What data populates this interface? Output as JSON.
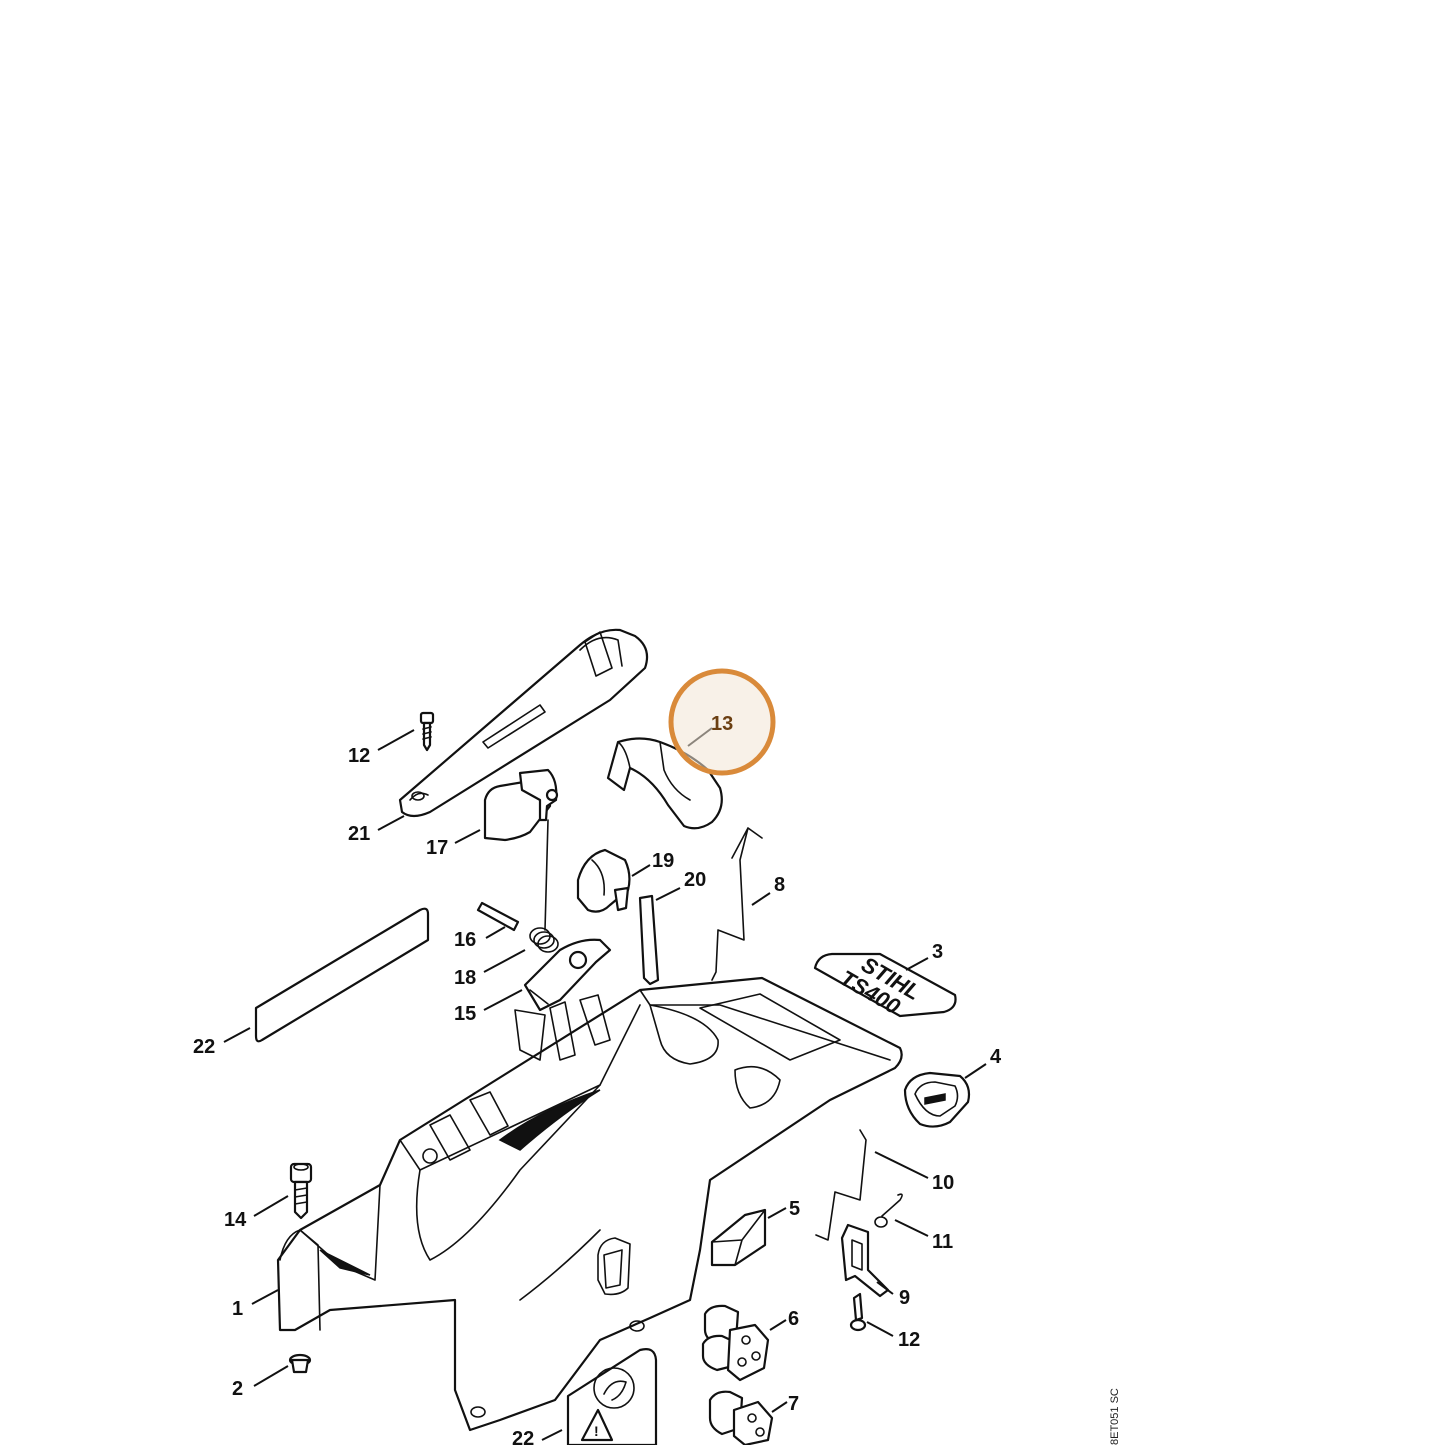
{
  "diagram": {
    "drawing_code": "8ET051 SC",
    "highlight": {
      "label": "13",
      "color": "#d98a3a"
    },
    "decal_text": {
      "brand": "STIHL",
      "model": "TS400"
    },
    "labels": [
      "12",
      "21",
      "17",
      "19",
      "20",
      "8",
      "16",
      "18",
      "15",
      "3",
      "22",
      "4",
      "10",
      "14",
      "5",
      "11",
      "1",
      "9",
      "6",
      "12",
      "2",
      "7",
      "22"
    ]
  }
}
